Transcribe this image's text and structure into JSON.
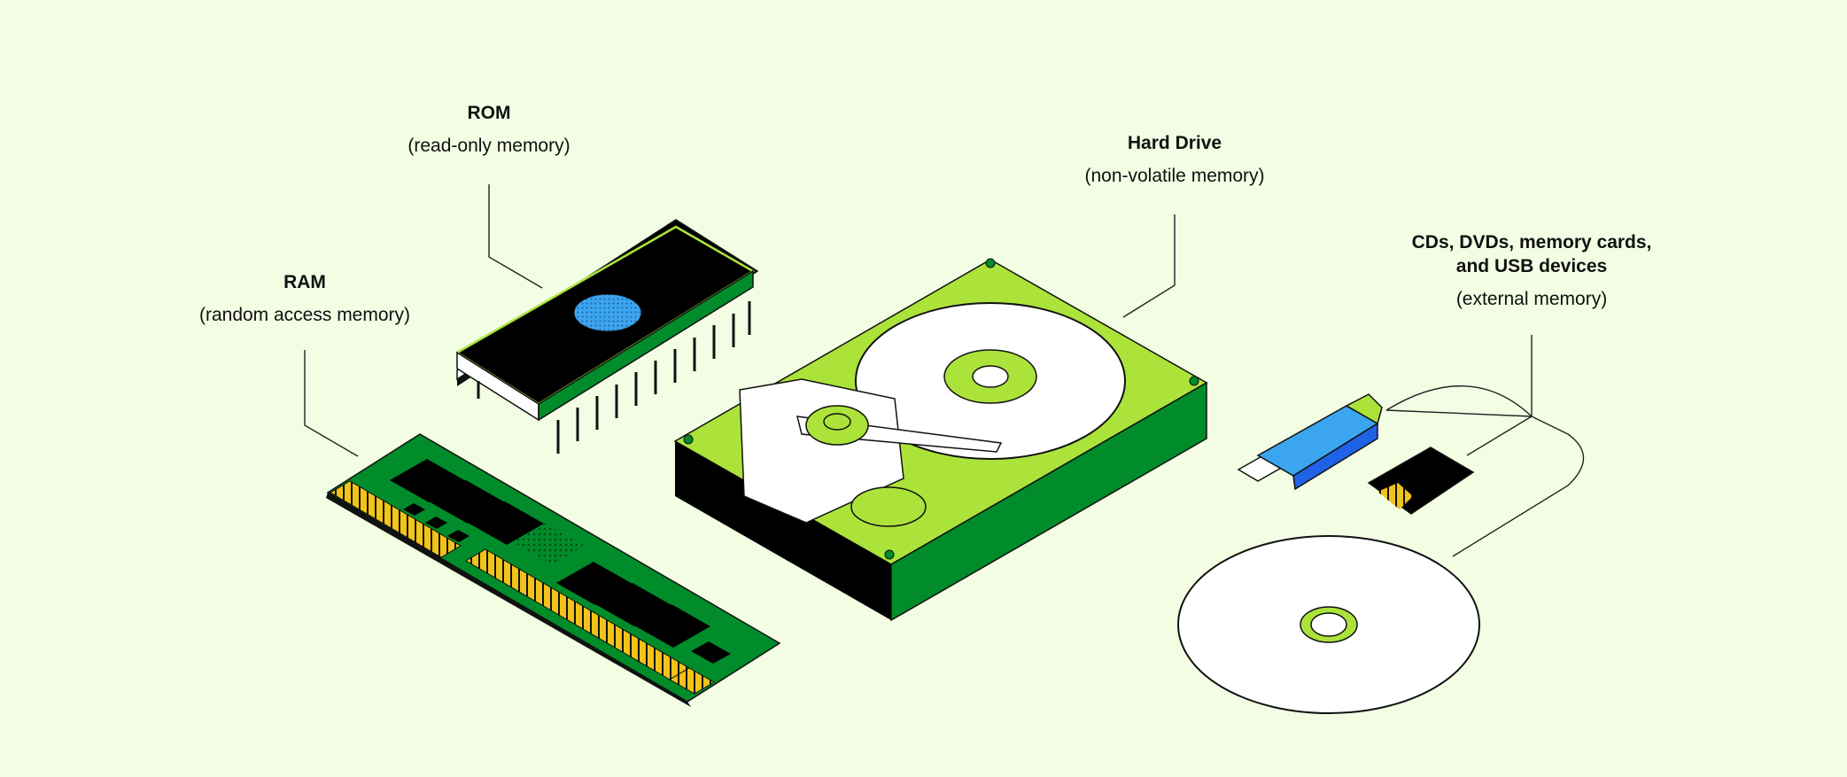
{
  "colors": {
    "background": "#F2FDE3",
    "lime": "#ABE33B",
    "green": "#008C2A",
    "black": "#000000",
    "white": "#FFFFFF",
    "gold": "#F2C318",
    "blue": "#3CA5EF",
    "blue_dark": "#1F62E6"
  },
  "labels": {
    "rom": {
      "title": "ROM",
      "subtitle": "(read-only memory)"
    },
    "ram": {
      "title": "RAM",
      "subtitle": "(random access memory)"
    },
    "hard_drive": {
      "title": "Hard Drive",
      "subtitle": "(non-volatile memory)"
    },
    "external": {
      "title_line1": "CDs, DVDs, memory cards,",
      "title_line2": "and USB devices",
      "subtitle": "(external memory)"
    }
  },
  "icons": [
    "ram-stick-icon",
    "rom-chip-icon",
    "hard-drive-icon",
    "usb-drive-icon",
    "memory-card-icon",
    "optical-disc-icon"
  ]
}
